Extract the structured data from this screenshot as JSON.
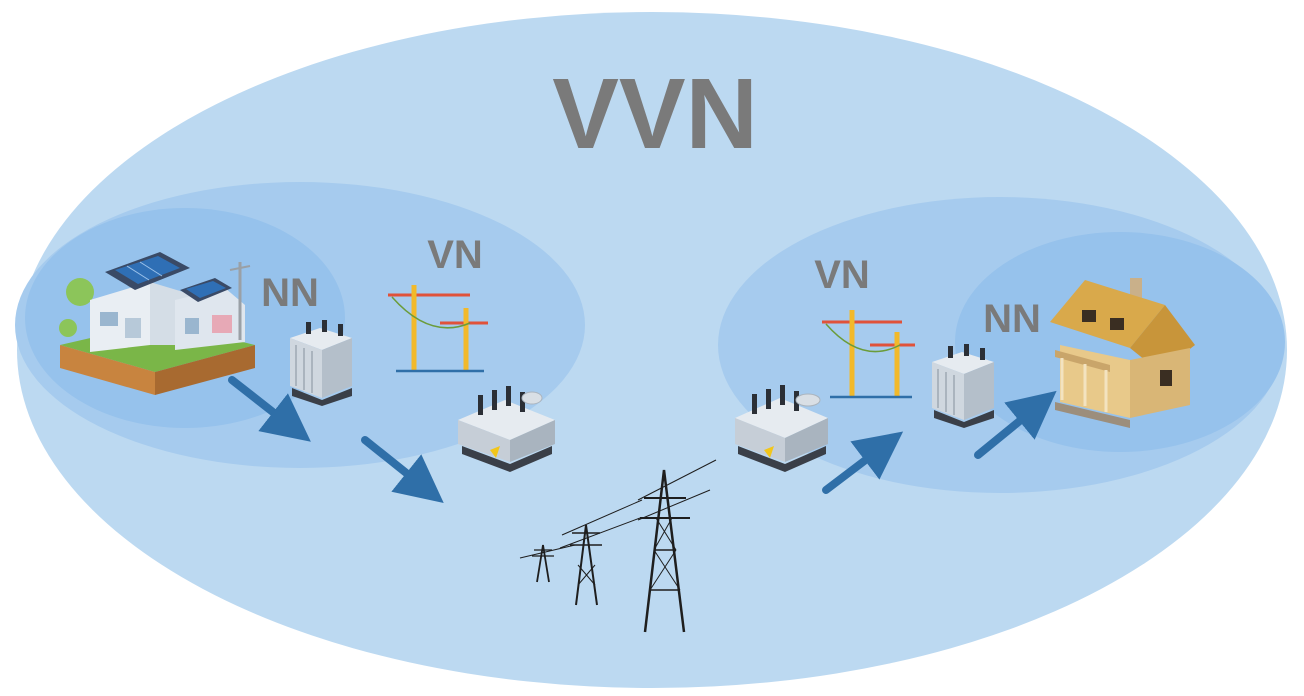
{
  "diagram": {
    "outer_zone": {
      "label": "VVN",
      "color": "#bcd9f1"
    },
    "left_group": {
      "vn_label": "VN",
      "nn_label": "NN",
      "vn_zone_color": "#a6cbee",
      "nn_zone_color": "#96c2ec"
    },
    "right_group": {
      "vn_label": "VN",
      "nn_label": "NN",
      "vn_zone_color": "#a6cbee",
      "nn_zone_color": "#96c2ec"
    },
    "arrow_color": "#2f6fa8",
    "label_color": "#7a7a7a"
  }
}
